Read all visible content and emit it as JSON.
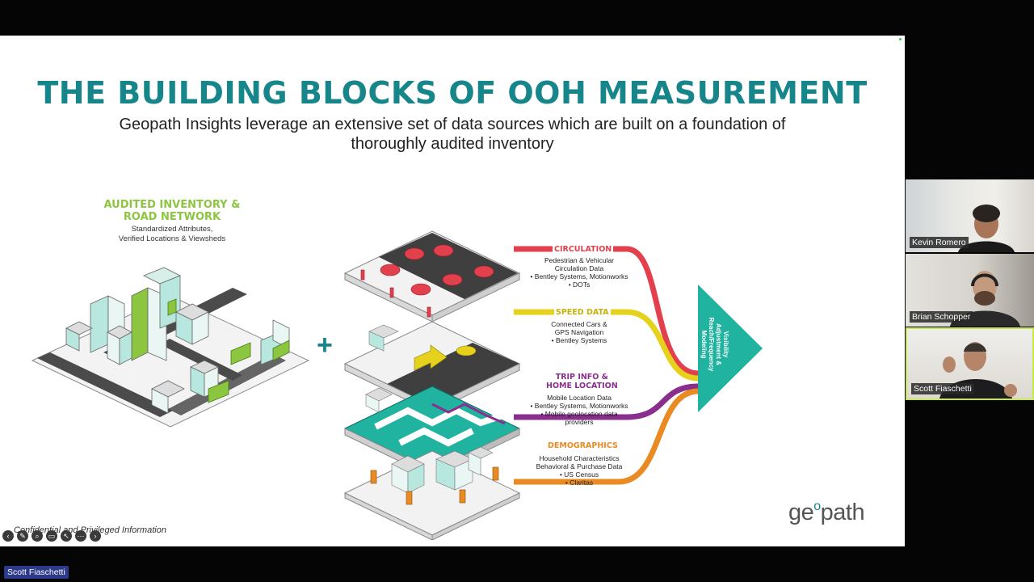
{
  "slide": {
    "title": "THE BUILDING BLOCKS OF OOH MEASUREMENT",
    "subtitle_line1": "Geopath Insights leverage an extensive set of data sources which are built on a foundation of",
    "subtitle_line2": "thoroughly audited inventory",
    "inventory": {
      "heading_line1": "AUDITED INVENTORY &",
      "heading_line2": "ROAD NETWORK",
      "sub_line1": "Standardized Attributes,",
      "sub_line2": "Verified Locations & Viewsheds"
    },
    "plus": "+",
    "flows": [
      {
        "label": "CIRCULATION",
        "color": "#e3404d",
        "desc": [
          "Pedestrian & Vehicular",
          "Circulation Data",
          "• Bentley Systems, Motionworks",
          "• DOTs"
        ]
      },
      {
        "label": "SPEED DATA",
        "color": "#e6d21c",
        "desc": [
          "Connected Cars &",
          "GPS Navigation",
          "• Bentley Systems"
        ]
      },
      {
        "label_line1": "TRIP INFO &",
        "label_line2": "HOME LOCATION",
        "color": "#8a2f8e",
        "desc": [
          "Mobile Location Data",
          "• Bentley Systems, Motionworks",
          "• Mobile geolocation data",
          "providers"
        ]
      },
      {
        "label": "DEMOGRAPHICS",
        "color": "#e98a22",
        "desc": [
          "Household Characteristics",
          "Behavioral & Purchase Data",
          "• US Census",
          "• Claritas"
        ]
      }
    ],
    "triangle": {
      "line1": "Visibility",
      "line2": "Adjustment &",
      "line3": "Reach/Frequency",
      "line4": "Modeling",
      "color": "#1fb3a0"
    },
    "logo": {
      "part1": "ge",
      "part2": "o",
      "part3": "path"
    },
    "confidential": "Confidential and Privileged Information",
    "accent_color": "#17868a",
    "green_color": "#8cc640"
  },
  "participants": [
    {
      "name": "Kevin Romero"
    },
    {
      "name": "Brian Schopper"
    },
    {
      "name": "Scott Fiaschetti"
    }
  ],
  "active_speaker": "Scott Fiaschetti",
  "controls": [
    "prev-icon",
    "pen-icon",
    "zoom-icon",
    "cc-icon",
    "pointer-icon",
    "more-icon",
    "next-icon"
  ]
}
